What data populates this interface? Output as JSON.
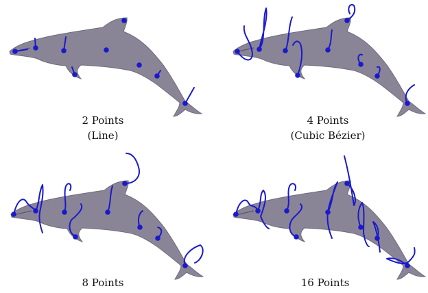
{
  "colors": {
    "dolphin": "#8a8596",
    "accent": "#1a1acc"
  },
  "panels": [
    {
      "caption_line1": "2 Points",
      "caption_line2": "(Line)"
    },
    {
      "caption_line1": "4 Points",
      "caption_line2": "(Cubic Bézier)"
    },
    {
      "caption_line1": "8 Points",
      "caption_line2": ""
    },
    {
      "caption_line1": "16 Points",
      "caption_line2": ""
    }
  ]
}
